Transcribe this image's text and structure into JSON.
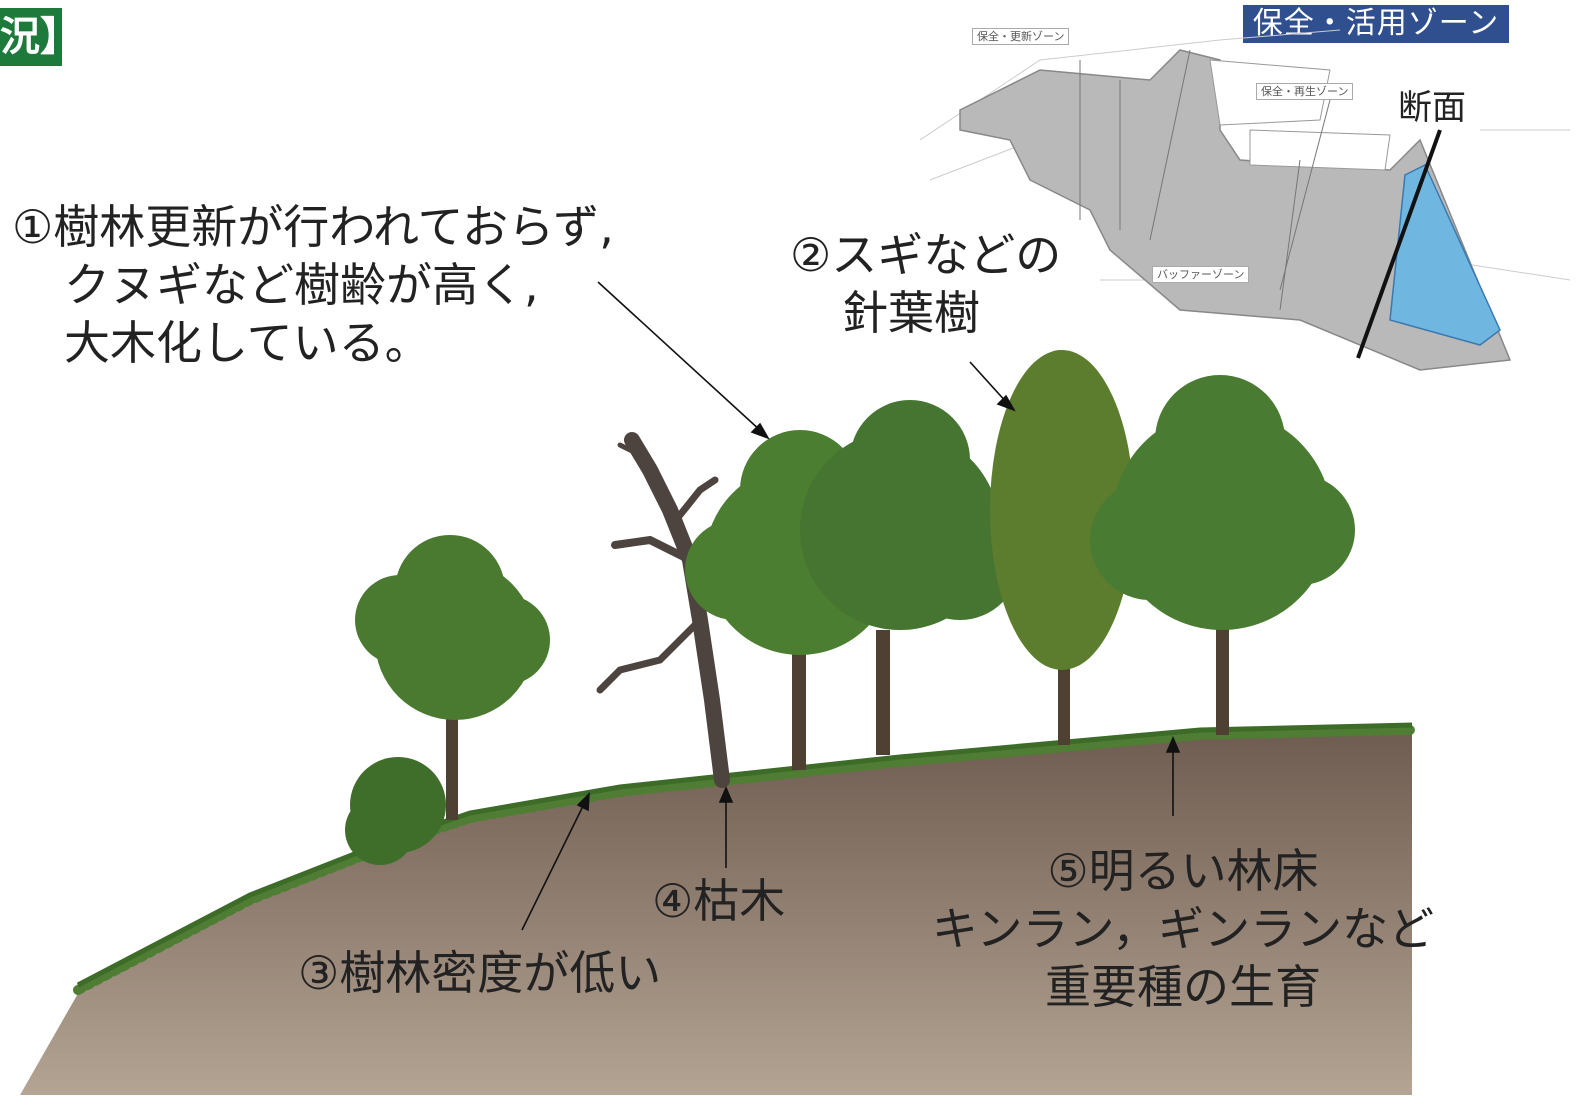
{
  "header_tag": "況】",
  "map": {
    "zone_title": "保全・活用ゾーン",
    "zones": [
      "保全・更新ゾーン",
      "保全・再生ゾーン",
      "バッファーゾーン"
    ],
    "section_label": "断面"
  },
  "annotations": {
    "a1": [
      "①樹林更新が行われておらず,",
      "クヌギなど樹齢が高く,",
      "大木化している。"
    ],
    "a2": [
      "②スギなどの",
      "針葉樹"
    ],
    "a3": "③樹林密度が低い",
    "a4": "④枯木",
    "a5": [
      "⑤明るい林床",
      "キンラン，ギンランなど",
      "重要種の生育"
    ]
  },
  "colors": {
    "tag_green": "#1e7a3a",
    "zone_title_blue": "#2f4f8f",
    "ground_brown": "#8b7868",
    "foliage_green": "#4a7a30",
    "pond_blue": "#6fb7e0"
  }
}
